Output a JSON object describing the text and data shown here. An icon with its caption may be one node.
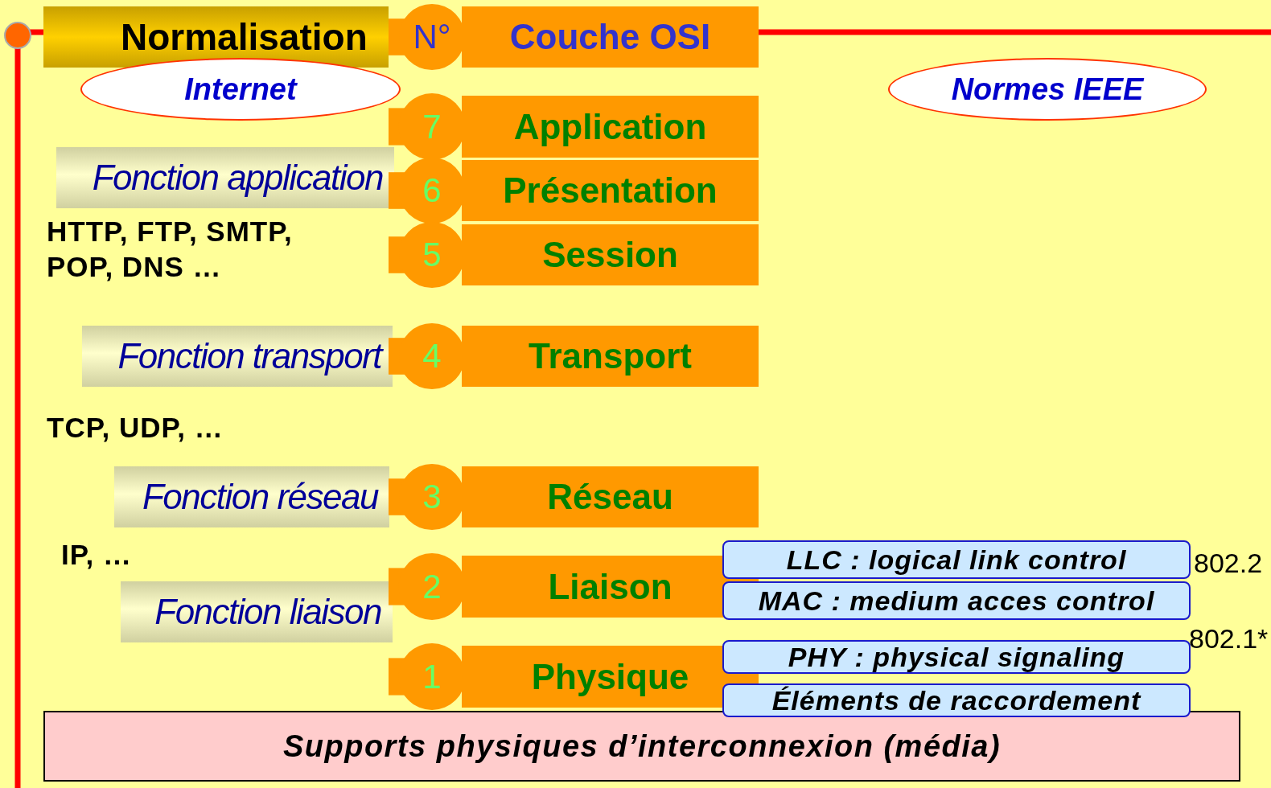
{
  "diagram": {
    "nodes": [
      {
        "text": [
          "Normalisation"
        ]
      },
      {
        "text": [
          "N°",
          "Couche OSI"
        ]
      },
      {
        "text": [
          "Internet"
        ]
      },
      {
        "text": [
          "Normes IEEE"
        ]
      },
      {
        "text": [
          "7",
          "Application"
        ]
      },
      {
        "text": [
          "Fonction application"
        ]
      },
      {
        "text": [
          "6",
          "Présentation"
        ]
      },
      {
        "text": [
          "5",
          "Session"
        ]
      },
      {
        "text": [
          "Fonction transport"
        ]
      },
      {
        "text": [
          "4",
          "Transport"
        ]
      },
      {
        "text": [
          "Fonction réseau"
        ]
      },
      {
        "text": [
          "3",
          "Réseau"
        ]
      },
      {
        "text": [
          "LLC  :  logical link control"
        ]
      },
      {
        "text": [
          "Fonction liaison"
        ]
      },
      {
        "text": [
          "2",
          "Liaison"
        ]
      },
      {
        "text": [
          "MAC  :  medium acces control"
        ]
      },
      {
        "text": [
          "PHY  :  physical signaling"
        ]
      },
      {
        "text": [
          "1",
          "Physique"
        ]
      },
      {
        "text": [
          "Éléments  de  raccordement"
        ]
      },
      {
        "text": [
          "Supports physiques d’interconnexion (média)"
        ]
      }
    ],
    "labels": [
      "HTTP, FTP, SMTP, POP, DNS …",
      "TCP, UDP, …",
      "IP, …",
      "802.2",
      "802.1*"
    ]
  }
}
